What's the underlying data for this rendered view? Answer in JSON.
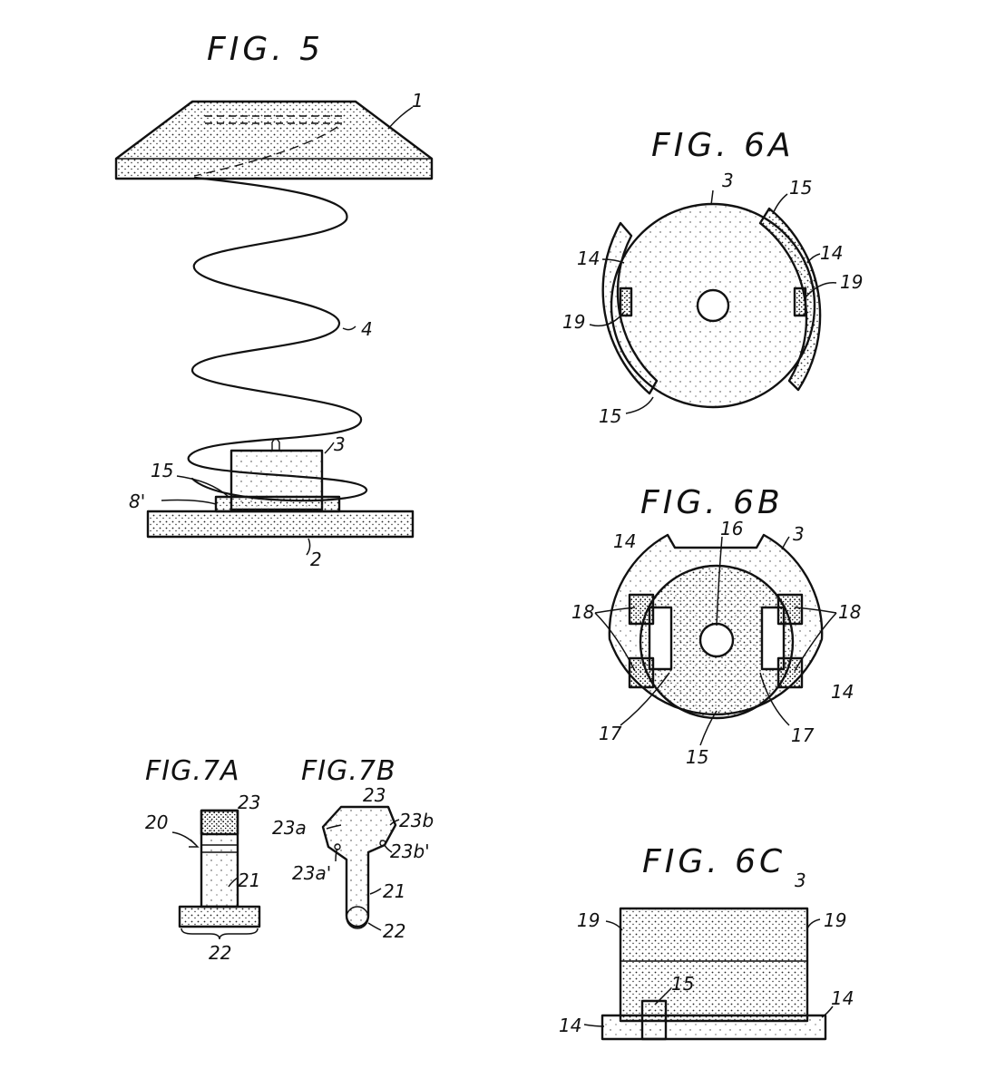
{
  "figures": {
    "fig5": {
      "title": "FIG. 5",
      "labels": {
        "cap": "1",
        "base": "2",
        "post": "3",
        "spring": "4",
        "notch": "15",
        "lug": "8'"
      }
    },
    "fig6a": {
      "title": "FIG. 6A",
      "labels": {
        "part": "3",
        "notch_top": "15",
        "notch_bottom": "15",
        "flange_left": "14",
        "flange_right": "14",
        "tab_left": "19",
        "tab_right": "19"
      }
    },
    "fig6b": {
      "title": "FIG. 6B",
      "labels": {
        "part": "3",
        "hole": "16",
        "flange_top": "14",
        "flange_right": "14",
        "slot_left": "18",
        "slot_right": "18",
        "edge_left": "17",
        "edge_right": "17",
        "notch": "15"
      }
    },
    "fig6c": {
      "title": "FIG. 6C",
      "labels": {
        "part": "3",
        "tab_left": "19",
        "tab_right": "19",
        "notch": "15",
        "flange_left": "14",
        "flange_right": "14"
      }
    },
    "fig7a": {
      "title": "FIG.7A",
      "labels": {
        "assembly": "20",
        "head": "23",
        "shank": "21",
        "foot": "22"
      }
    },
    "fig7b": {
      "title": "FIG.7B",
      "labels": {
        "head": "23",
        "edge_a": "23a",
        "edge_a2": "23a'",
        "edge_b": "23b",
        "edge_b2": "23b'",
        "shank": "21",
        "foot": "22"
      }
    }
  },
  "colors": {
    "ink": "#111111",
    "stipple": "#1a1a1a",
    "paper": "#ffffff"
  }
}
